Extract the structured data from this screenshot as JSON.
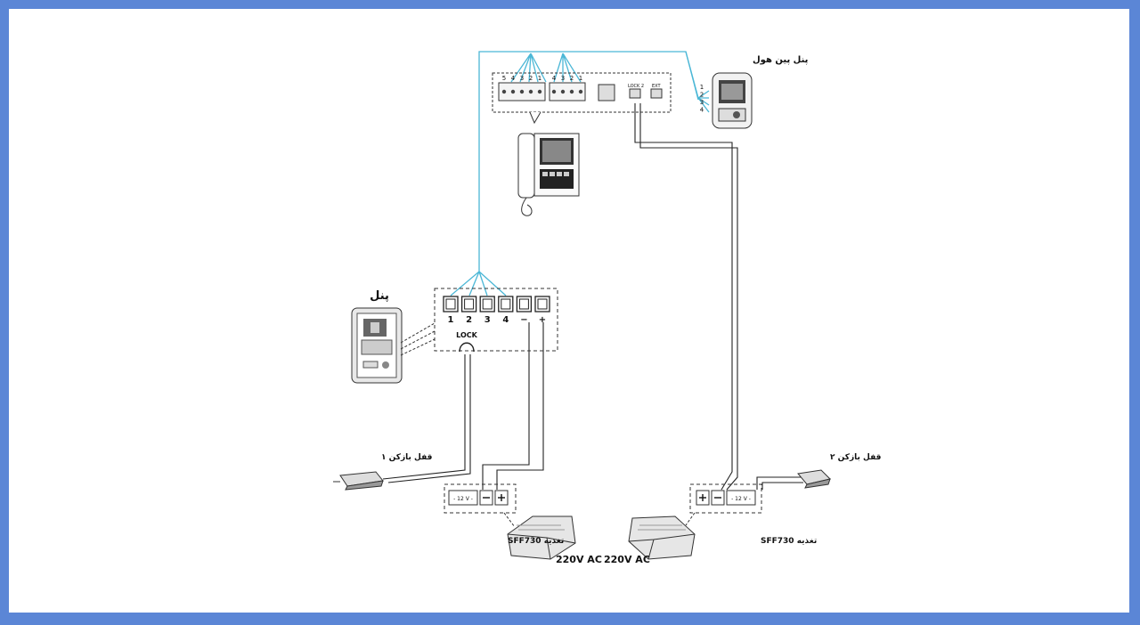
{
  "labels": {
    "monitor_panel": "پنل پین هول",
    "door_panel": "پنل",
    "lock1": "قفل بازکن ۱",
    "lock2": "قفل بازکن ۲",
    "psu_left": "تغذیه SFF730",
    "psu_right": "تغذیه SFF730",
    "ac_left": "220V AC",
    "ac_right": "220V AC",
    "lock_terminal": "LOCK",
    "v12_left": "- 12 V -",
    "v12_right": "- 12 V -"
  },
  "monitor_terminals": {
    "group1": [
      "5",
      "4",
      "3",
      "2",
      "1"
    ],
    "group2": [
      "4",
      "3",
      "2",
      "1"
    ],
    "lock_small": "LOCK 2",
    "ext_small": "EXT"
  },
  "pinhole_numbers": [
    "1",
    "2",
    "3",
    "4"
  ],
  "door_terminals": {
    "numbers": [
      "1",
      "2",
      "3",
      "4"
    ],
    "minus": "−",
    "plus": "+"
  },
  "colors": {
    "wire_cyan": "#4bb7d6",
    "wire_dark": "#222222",
    "frame_blue": "#5b86d6"
  }
}
